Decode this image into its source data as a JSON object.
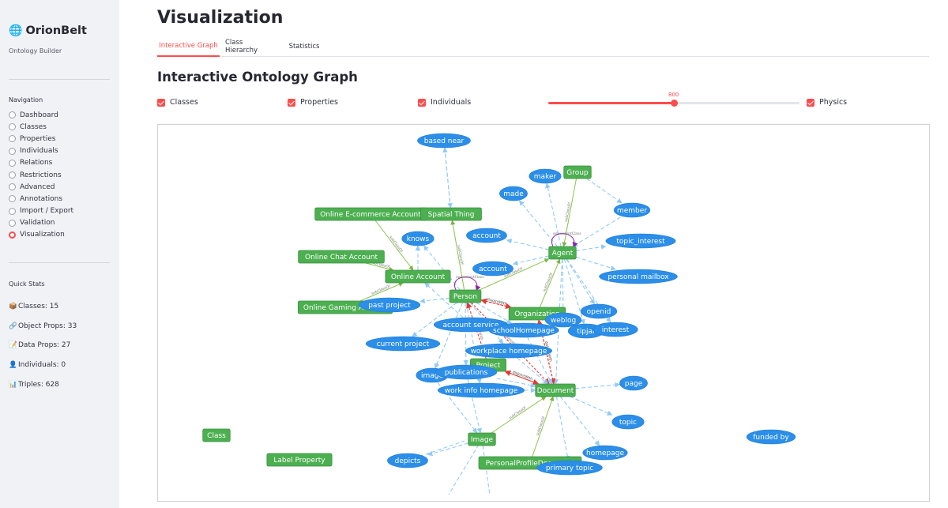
{
  "sidebar": {
    "app_icon": "globe-icon",
    "app_title": "OrionBelt",
    "app_subtitle": "Ontology Builder",
    "nav_label": "Navigation",
    "nav_items": [
      {
        "label": "Dashboard",
        "selected": false
      },
      {
        "label": "Classes",
        "selected": false
      },
      {
        "label": "Properties",
        "selected": false
      },
      {
        "label": "Individuals",
        "selected": false
      },
      {
        "label": "Relations",
        "selected": false
      },
      {
        "label": "Restrictions",
        "selected": false
      },
      {
        "label": "Advanced",
        "selected": false
      },
      {
        "label": "Annotations",
        "selected": false
      },
      {
        "label": "Import / Export",
        "selected": false
      },
      {
        "label": "Validation",
        "selected": false
      },
      {
        "label": "Visualization",
        "selected": true
      }
    ],
    "quick_stats_label": "Quick Stats",
    "quick_stats": [
      {
        "icon": "package-icon",
        "glyph": "📦",
        "text": "Classes: 15"
      },
      {
        "icon": "link-icon",
        "glyph": "🔗",
        "text": "Object Props: 33"
      },
      {
        "icon": "memo-icon",
        "glyph": "📝",
        "text": "Data Props: 27"
      },
      {
        "icon": "person-icon",
        "glyph": "👤",
        "text": "Individuals: 0"
      },
      {
        "icon": "bar-chart-icon",
        "glyph": "📊",
        "text": "Triples: 628"
      }
    ]
  },
  "main": {
    "title": "Visualization",
    "tabs": [
      {
        "label": "Interactive Graph",
        "active": true
      },
      {
        "label": "Class Hierarchy",
        "active": false
      },
      {
        "label": "Statistics",
        "active": false
      }
    ],
    "subheader": "Interactive Ontology Graph",
    "checkboxes": [
      {
        "label": "Classes",
        "checked": true
      },
      {
        "label": "Properties",
        "checked": true
      },
      {
        "label": "Individuals",
        "checked": true
      },
      {
        "label": "Physics",
        "checked": true
      }
    ],
    "slider": {
      "value": "800",
      "fraction": 0.5
    }
  },
  "colors": {
    "accent": "#ff4b4b",
    "class_node": "#4caf50",
    "property_node": "#2b8ee8",
    "subclass_edge": "#7cb342",
    "domain_range_edge": "#90caf9",
    "disjoint_edge": "#e53935",
    "equivalent_edge": "#8e24aa"
  },
  "graph": {
    "nodes": [
      {
        "id": "based_near",
        "label": "based near",
        "kind": "property"
      },
      {
        "id": "maker",
        "label": "maker",
        "kind": "property"
      },
      {
        "id": "group",
        "label": "Group",
        "kind": "class"
      },
      {
        "id": "made",
        "label": "made",
        "kind": "property"
      },
      {
        "id": "member",
        "label": "member",
        "kind": "property"
      },
      {
        "id": "ecommerce",
        "label": "Online E-commerce Account",
        "kind": "class"
      },
      {
        "id": "spatial",
        "label": "Spatial Thing",
        "kind": "class"
      },
      {
        "id": "knows",
        "label": "knows",
        "kind": "property"
      },
      {
        "id": "account1",
        "label": "account",
        "kind": "property"
      },
      {
        "id": "topic_interest",
        "label": "topic_interest",
        "kind": "property"
      },
      {
        "id": "agent",
        "label": "Agent",
        "kind": "class"
      },
      {
        "id": "chat",
        "label": "Online Chat Account",
        "kind": "class"
      },
      {
        "id": "account2",
        "label": "account",
        "kind": "property"
      },
      {
        "id": "online_account",
        "label": "Online Account",
        "kind": "class"
      },
      {
        "id": "personal_mailbox",
        "label": "personal mailbox",
        "kind": "property"
      },
      {
        "id": "gaming",
        "label": "Online Gaming Account",
        "kind": "class"
      },
      {
        "id": "past_project",
        "label": "past project",
        "kind": "property"
      },
      {
        "id": "person",
        "label": "Person",
        "kind": "class"
      },
      {
        "id": "openid",
        "label": "openid",
        "kind": "property"
      },
      {
        "id": "organization",
        "label": "Organization",
        "kind": "class"
      },
      {
        "id": "weblog",
        "label": "weblog",
        "kind": "property"
      },
      {
        "id": "account_service",
        "label": "account service",
        "kind": "property"
      },
      {
        "id": "school_homepage",
        "label": "schoolHomepage",
        "kind": "property"
      },
      {
        "id": "tipjar",
        "label": "tipjar",
        "kind": "property"
      },
      {
        "id": "interest",
        "label": "interest",
        "kind": "property"
      },
      {
        "id": "current_project",
        "label": "current project",
        "kind": "property"
      },
      {
        "id": "workplace_homepage",
        "label": "workplace homepage",
        "kind": "property"
      },
      {
        "id": "project",
        "label": "Project",
        "kind": "class"
      },
      {
        "id": "image_prop",
        "label": "image",
        "kind": "property"
      },
      {
        "id": "publications",
        "label": "publications",
        "kind": "property"
      },
      {
        "id": "document",
        "label": "Document",
        "kind": "class"
      },
      {
        "id": "page",
        "label": "page",
        "kind": "property"
      },
      {
        "id": "work_info_homepage",
        "label": "work info homepage",
        "kind": "property"
      },
      {
        "id": "topic",
        "label": "topic",
        "kind": "property"
      },
      {
        "id": "class_node",
        "label": "Class",
        "kind": "class"
      },
      {
        "id": "image_class",
        "label": "Image",
        "kind": "class"
      },
      {
        "id": "funded_by",
        "label": "funded by",
        "kind": "property"
      },
      {
        "id": "homepage",
        "label": "homepage",
        "kind": "property"
      },
      {
        "id": "label_property",
        "label": "Label Property",
        "kind": "class"
      },
      {
        "id": "depicts",
        "label": "depicts",
        "kind": "property"
      },
      {
        "id": "ppd",
        "label": "PersonalProfileDocument",
        "kind": "class"
      },
      {
        "id": "primary_topic",
        "label": "primary topic",
        "kind": "property"
      }
    ],
    "edges": [
      {
        "from": "based_near",
        "to": "spatial",
        "type": "domain"
      },
      {
        "from": "spatial",
        "to": "based_near",
        "type": "range"
      },
      {
        "from": "group",
        "to": "agent",
        "type": "subclass",
        "label": "subClassOf"
      },
      {
        "from": "group",
        "to": "member",
        "type": "domain"
      },
      {
        "from": "agent",
        "to": "maker",
        "type": "range"
      },
      {
        "from": "agent",
        "to": "made",
        "type": "domain"
      },
      {
        "from": "member",
        "to": "agent",
        "type": "range"
      },
      {
        "from": "agent",
        "to": "topic_interest",
        "type": "domain"
      },
      {
        "from": "agent",
        "to": "account1",
        "type": "domain"
      },
      {
        "from": "agent",
        "to": "account2",
        "type": "domain"
      },
      {
        "from": "agent",
        "to": "personal_mailbox",
        "type": "domain"
      },
      {
        "from": "agent",
        "to": "openid",
        "type": "domain"
      },
      {
        "from": "agent",
        "to": "weblog",
        "type": "domain"
      },
      {
        "from": "agent",
        "to": "tipjar",
        "type": "domain"
      },
      {
        "from": "agent",
        "to": "interest",
        "type": "domain"
      },
      {
        "from": "agent",
        "to": "document",
        "type": "range"
      },
      {
        "from": "person",
        "to": "agent",
        "type": "subclass",
        "label": "subClassOf"
      },
      {
        "from": "organization",
        "to": "agent",
        "type": "subclass",
        "label": "subClassOf"
      },
      {
        "from": "person",
        "to": "spatial",
        "type": "subclass",
        "label": "subClassOf"
      },
      {
        "from": "ecommerce",
        "to": "online_account",
        "type": "subclass",
        "label": "subClassOf"
      },
      {
        "from": "chat",
        "to": "online_account",
        "type": "subclass",
        "label": "subClassOf"
      },
      {
        "from": "gaming",
        "to": "online_account",
        "type": "subclass",
        "label": "subClassOf"
      },
      {
        "from": "online_account",
        "to": "knows",
        "type": "range"
      },
      {
        "from": "person",
        "to": "knows",
        "type": "domain"
      },
      {
        "from": "person",
        "to": "past_project",
        "type": "domain"
      },
      {
        "from": "person",
        "to": "current_project",
        "type": "domain"
      },
      {
        "from": "person",
        "to": "school_homepage",
        "type": "domain"
      },
      {
        "from": "person",
        "to": "workplace_homepage",
        "type": "domain"
      },
      {
        "from": "person",
        "to": "image_prop",
        "type": "domain"
      },
      {
        "from": "person",
        "to": "publications",
        "type": "domain"
      },
      {
        "from": "person",
        "to": "work_info_homepage",
        "type": "domain"
      },
      {
        "from": "person",
        "to": "organization",
        "type": "disjoint",
        "label": "disjointWith"
      },
      {
        "from": "organization",
        "to": "person",
        "type": "disjoint",
        "label": "disjointWith"
      },
      {
        "from": "project",
        "to": "person",
        "type": "disjoint",
        "label": "disjointWith"
      },
      {
        "from": "project",
        "to": "document",
        "type": "disjoint",
        "label": "disjointWith"
      },
      {
        "from": "document",
        "to": "project",
        "type": "disjoint",
        "label": "disjointWith"
      },
      {
        "from": "organization",
        "to": "document",
        "type": "disjoint",
        "label": "disjointWith"
      },
      {
        "from": "document",
        "to": "organization",
        "type": "disjoint",
        "label": "disjointWith"
      },
      {
        "from": "person",
        "to": "document",
        "type": "disjoint",
        "label": "disjointWith"
      },
      {
        "from": "account_service",
        "to": "online_account",
        "type": "range"
      },
      {
        "from": "document",
        "to": "page",
        "type": "range"
      },
      {
        "from": "document",
        "to": "topic",
        "type": "domain"
      },
      {
        "from": "document",
        "to": "homepage",
        "type": "range"
      },
      {
        "from": "document",
        "to": "primary_topic",
        "type": "domain"
      },
      {
        "from": "workplace_homepage",
        "to": "document",
        "type": "range"
      },
      {
        "from": "school_homepage",
        "to": "document",
        "type": "range"
      },
      {
        "from": "publications",
        "to": "document",
        "type": "range"
      },
      {
        "from": "work_info_homepage",
        "to": "document",
        "type": "range"
      },
      {
        "from": "image_class",
        "to": "document",
        "type": "subclass",
        "label": "subClassOf"
      },
      {
        "from": "ppd",
        "to": "document",
        "type": "subclass",
        "label": "subClassOf"
      },
      {
        "from": "image_prop",
        "to": "image_class",
        "type": "range"
      },
      {
        "from": "image_class",
        "to": "depicts",
        "type": "domain"
      },
      {
        "from": "publications",
        "to": "image_class",
        "type": "range"
      },
      {
        "from": "person",
        "to": "person",
        "type": "equivalent",
        "label": "equivalentClass"
      },
      {
        "from": "agent",
        "to": "agent",
        "type": "equivalent",
        "label": "equivalentClass"
      }
    ]
  }
}
